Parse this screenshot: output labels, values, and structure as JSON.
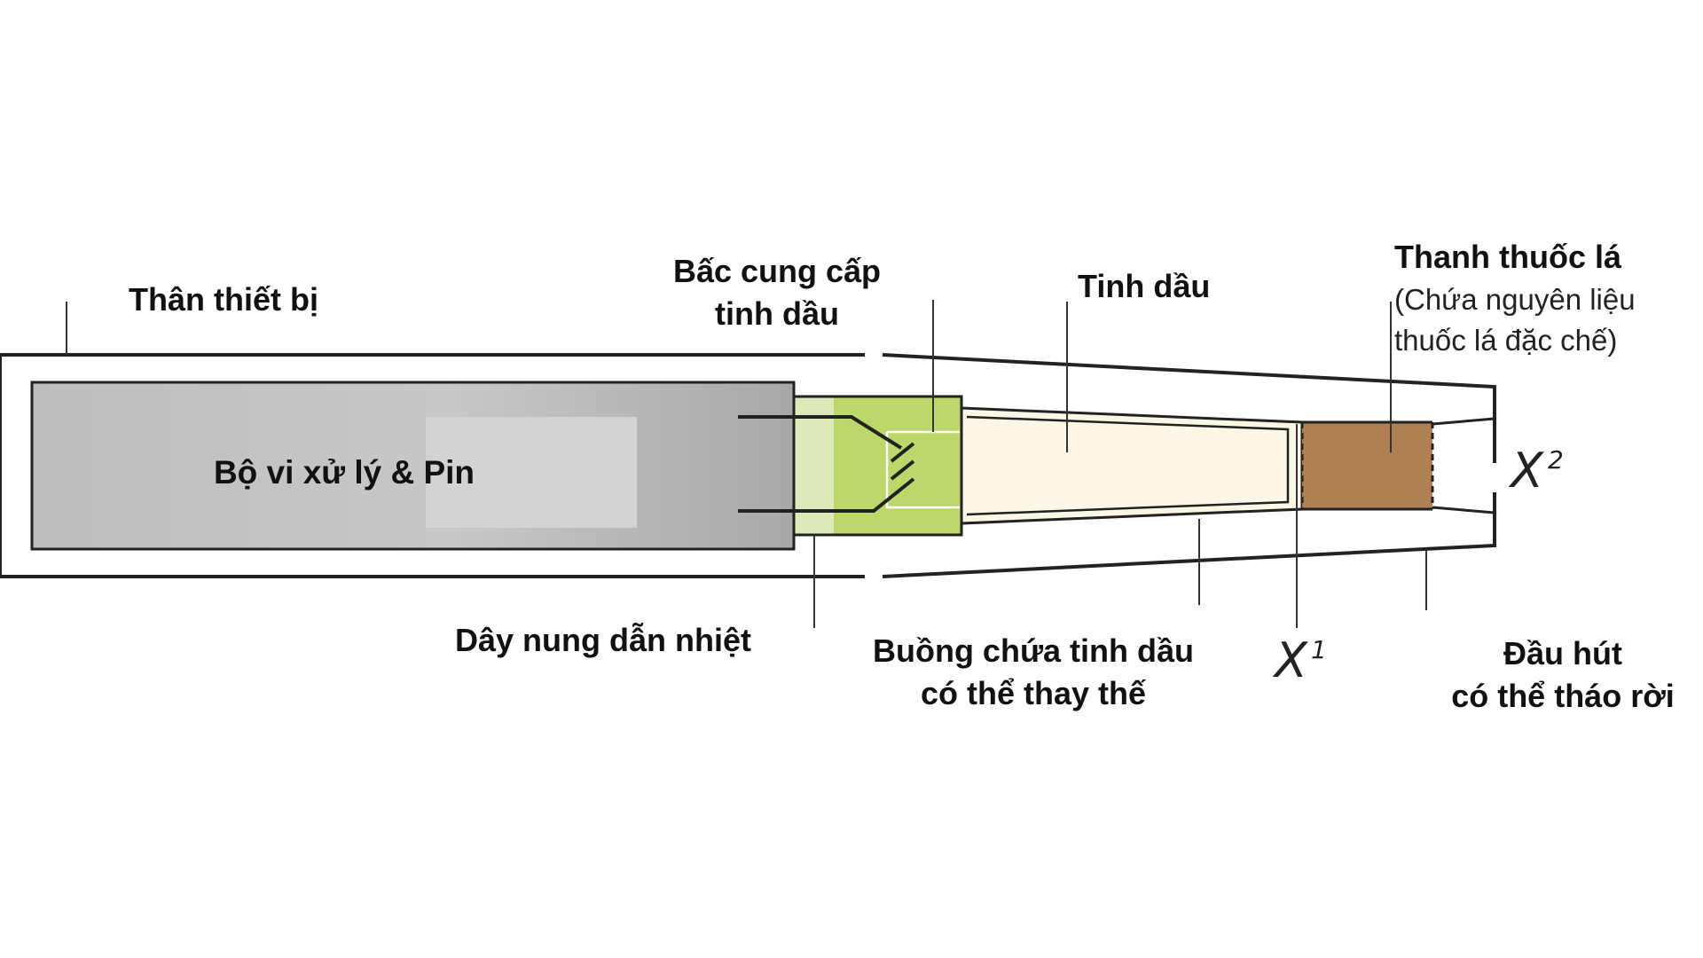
{
  "labels": {
    "body": "Thân thiết bị",
    "wick_line1": "Bấc cung cấp",
    "wick_line2": "tinh dầu",
    "oil": "Tinh dầu",
    "tobacco_title": "Thanh thuốc lá",
    "tobacco_desc1": "(Chứa nguyên liệu",
    "tobacco_desc2": "thuốc lá đặc chế)",
    "processor": "Bộ vi xử lý & Pin",
    "heater": "Dây nung dẫn nhiệt",
    "chamber_line1": "Buồng chứa tinh dầu",
    "chamber_line2": "có thể thay thế",
    "mouthpiece_line1": "Đầu hút",
    "mouthpiece_line2": "có thể tháo rời",
    "x1": "X",
    "x1_sup": "1",
    "x2": "X",
    "x2_sup": "2"
  },
  "colors": {
    "outline": "#222222",
    "battery_fill": "#b5b5b5",
    "battery_highlight": "#d2d2d2",
    "wick_light": "#dde9b8",
    "wick_green": "#bcd86a",
    "oil_fill": "#fbf6e6",
    "tobacco_fill": "#b07f52"
  }
}
